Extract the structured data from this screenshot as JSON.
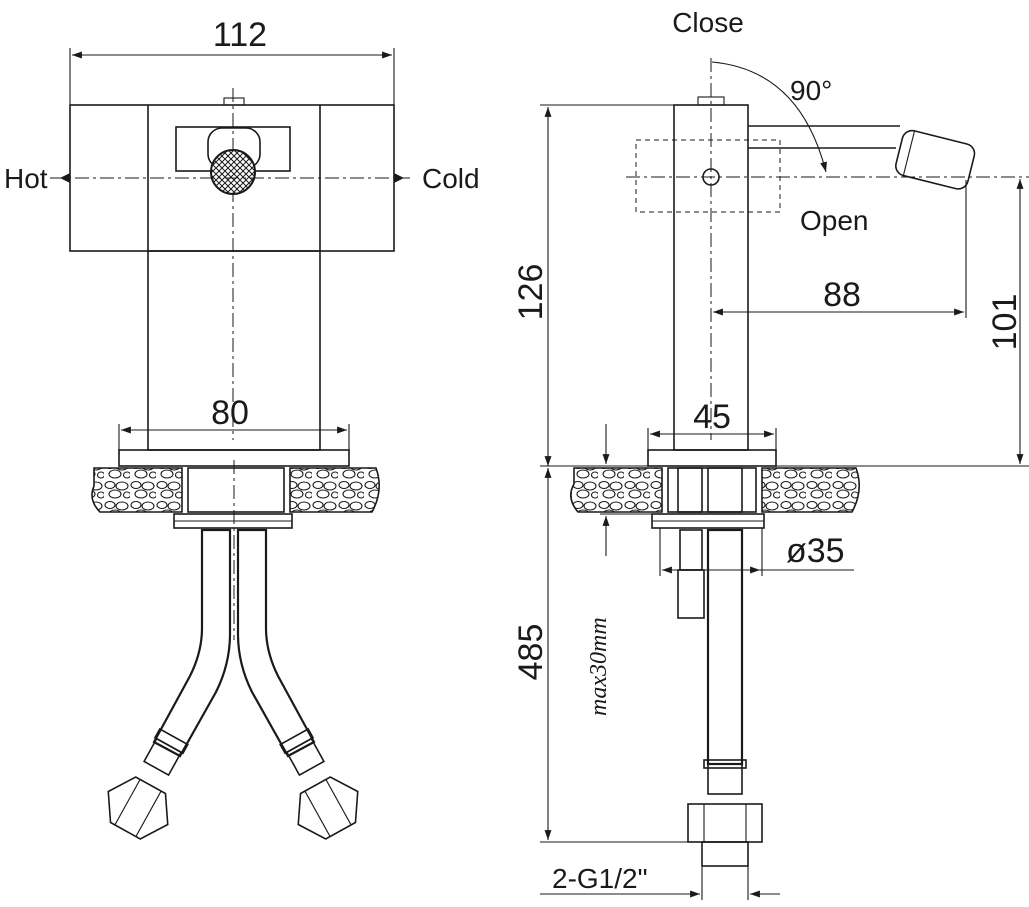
{
  "front_view": {
    "width_label": "112",
    "base_label": "80",
    "hot_label": "Hot",
    "cold_label": "Cold"
  },
  "side_view": {
    "close_label": "Close",
    "angle_label": "90°",
    "open_label": "Open",
    "height_label": "126",
    "reach_label": "88",
    "spout_height_label": "101",
    "base_label": "45",
    "hole_label": "ø35",
    "deck_label": "max30mm",
    "hose_label": "485",
    "thread_label": "2-G1/2\""
  }
}
